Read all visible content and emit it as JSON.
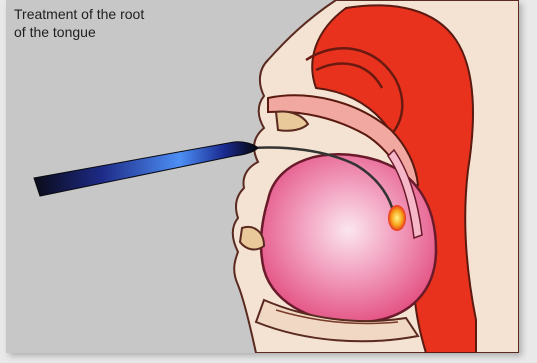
{
  "caption": "Treatment of the root\nof the tongue",
  "colors": {
    "panel_background": "#c7c7c7",
    "tissue_red": "#e8321e",
    "tongue_pink": "#e95a8c",
    "skin": "#f4e2d2",
    "probe_blue": "#2c59d6"
  },
  "icons": {
    "probe": "radiofrequency-probe",
    "anatomy": "head-cross-section"
  }
}
